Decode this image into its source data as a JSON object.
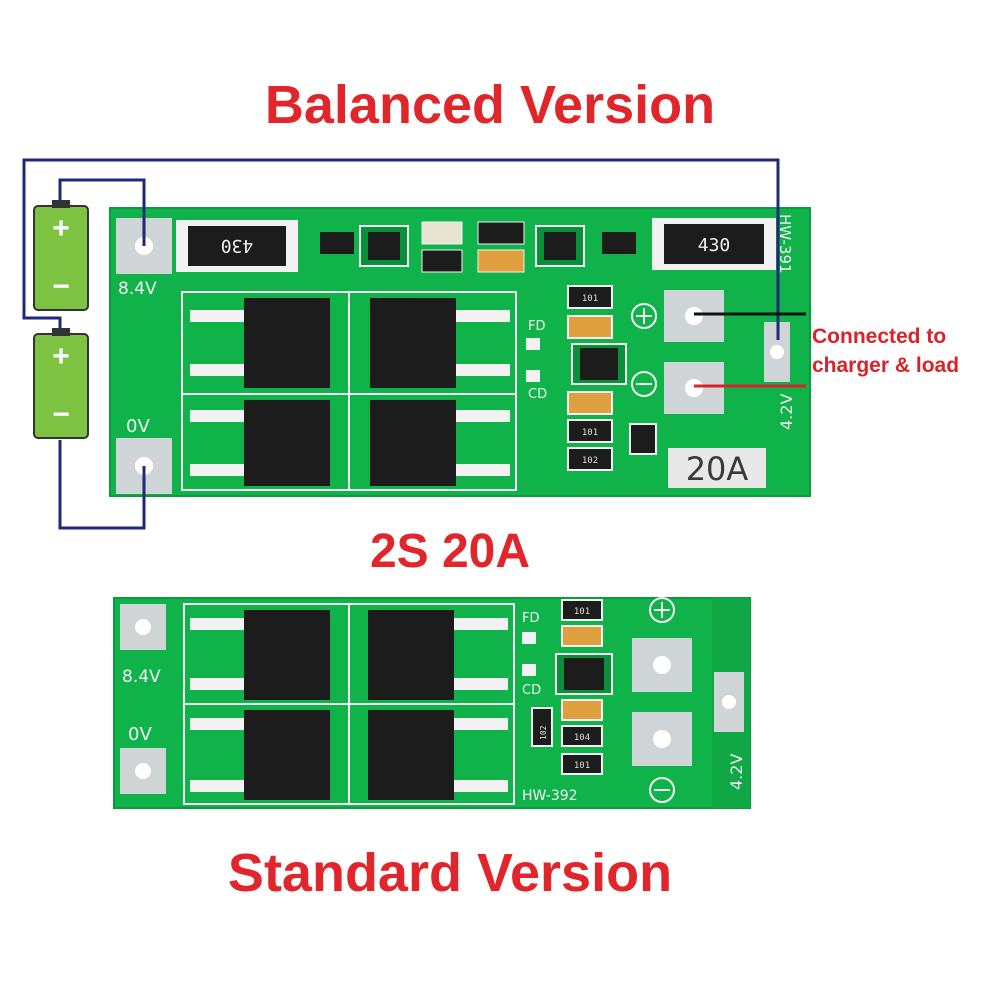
{
  "headings": {
    "top": "Balanced Version",
    "middle": "2S 20A",
    "bottom": "Standard Version"
  },
  "callout": {
    "line1": "Connected to",
    "line2": "charger & load"
  },
  "batteries": {
    "plus": "+",
    "minus": "−"
  },
  "balanced_board": {
    "pad_top_label": "8.4V",
    "pad_bottom_label": "0V",
    "pad_right_label": "4.2V",
    "model": "HW-391",
    "resistor_left": "430",
    "resistor_right": "430",
    "rating": "20A",
    "fd_label": "FD",
    "cd_label": "CD",
    "smd_101": "101",
    "smd_102": "102"
  },
  "standard_board": {
    "pad_top_label": "8.4V",
    "pad_bottom_label": "0V",
    "pad_right_label": "4.2V",
    "model": "HW-392",
    "fd_label": "FD",
    "cd_label": "CD",
    "smd_101": "101",
    "smd_104": "104",
    "smd_102": "102"
  },
  "colors": {
    "heading": "#e0252b",
    "pcb": "#10b34a",
    "pcb_dark": "#0a8f3a",
    "silkscreen": "#f2f2f2",
    "mosfet": "#1c1c1c",
    "battery": "#7ec242",
    "wire_blue": "#1e2a78",
    "wire_red": "#d8232a",
    "wire_black": "#111111"
  }
}
